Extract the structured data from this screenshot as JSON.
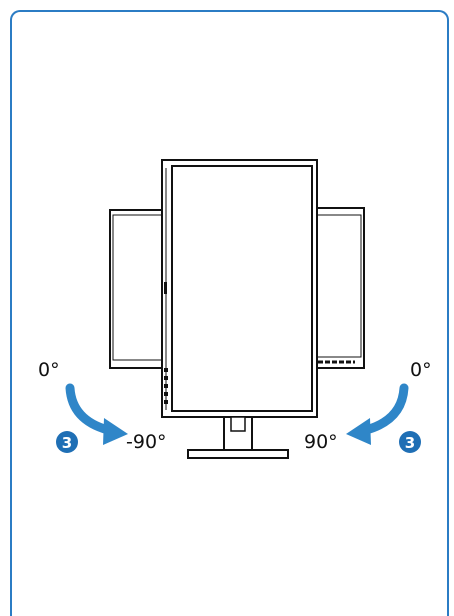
{
  "labels": {
    "left_start": "0°",
    "left_end": "-90°",
    "right_start": "0°",
    "right_end": "90°"
  },
  "step": "3",
  "colors": {
    "frame": "#2b7cc4",
    "arrow": "#2f86c8",
    "badge": "#1f6fb5",
    "monitor": "#111111"
  },
  "icons": {
    "left_arrow": "curved-arrow-counterclockwise-icon",
    "right_arrow": "curved-arrow-clockwise-icon"
  }
}
